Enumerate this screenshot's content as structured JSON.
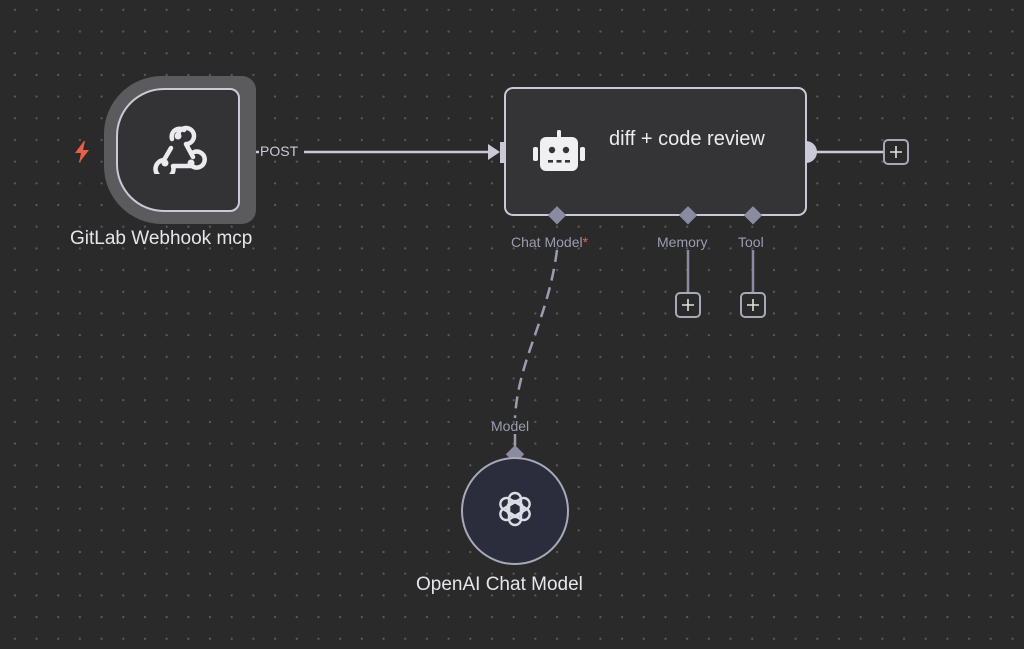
{
  "canvas": {
    "background": "#2a2a2b",
    "grid_dot_color": "#5a5a5c"
  },
  "nodes": {
    "trigger": {
      "name": "GitLab Webhook mcp",
      "icon": "webhook-icon",
      "badge_icon": "lightning-bolt-icon",
      "badge_color": "#e8604a",
      "output_label": "POST"
    },
    "agent": {
      "name": "diff + code review",
      "icon": "robot-icon",
      "inputs": [
        {
          "label": "Chat Model",
          "required_mark": "*"
        },
        {
          "label": "Memory"
        },
        {
          "label": "Tool"
        }
      ]
    },
    "chat_model": {
      "name": "OpenAI Chat Model",
      "icon": "openai-icon",
      "output_label": "Model"
    }
  },
  "colors": {
    "accent_required": "#e8604a",
    "connector": "#c9cad6",
    "sub_connector": "#8a8ba0"
  },
  "add_buttons": {
    "glyph": "+"
  }
}
